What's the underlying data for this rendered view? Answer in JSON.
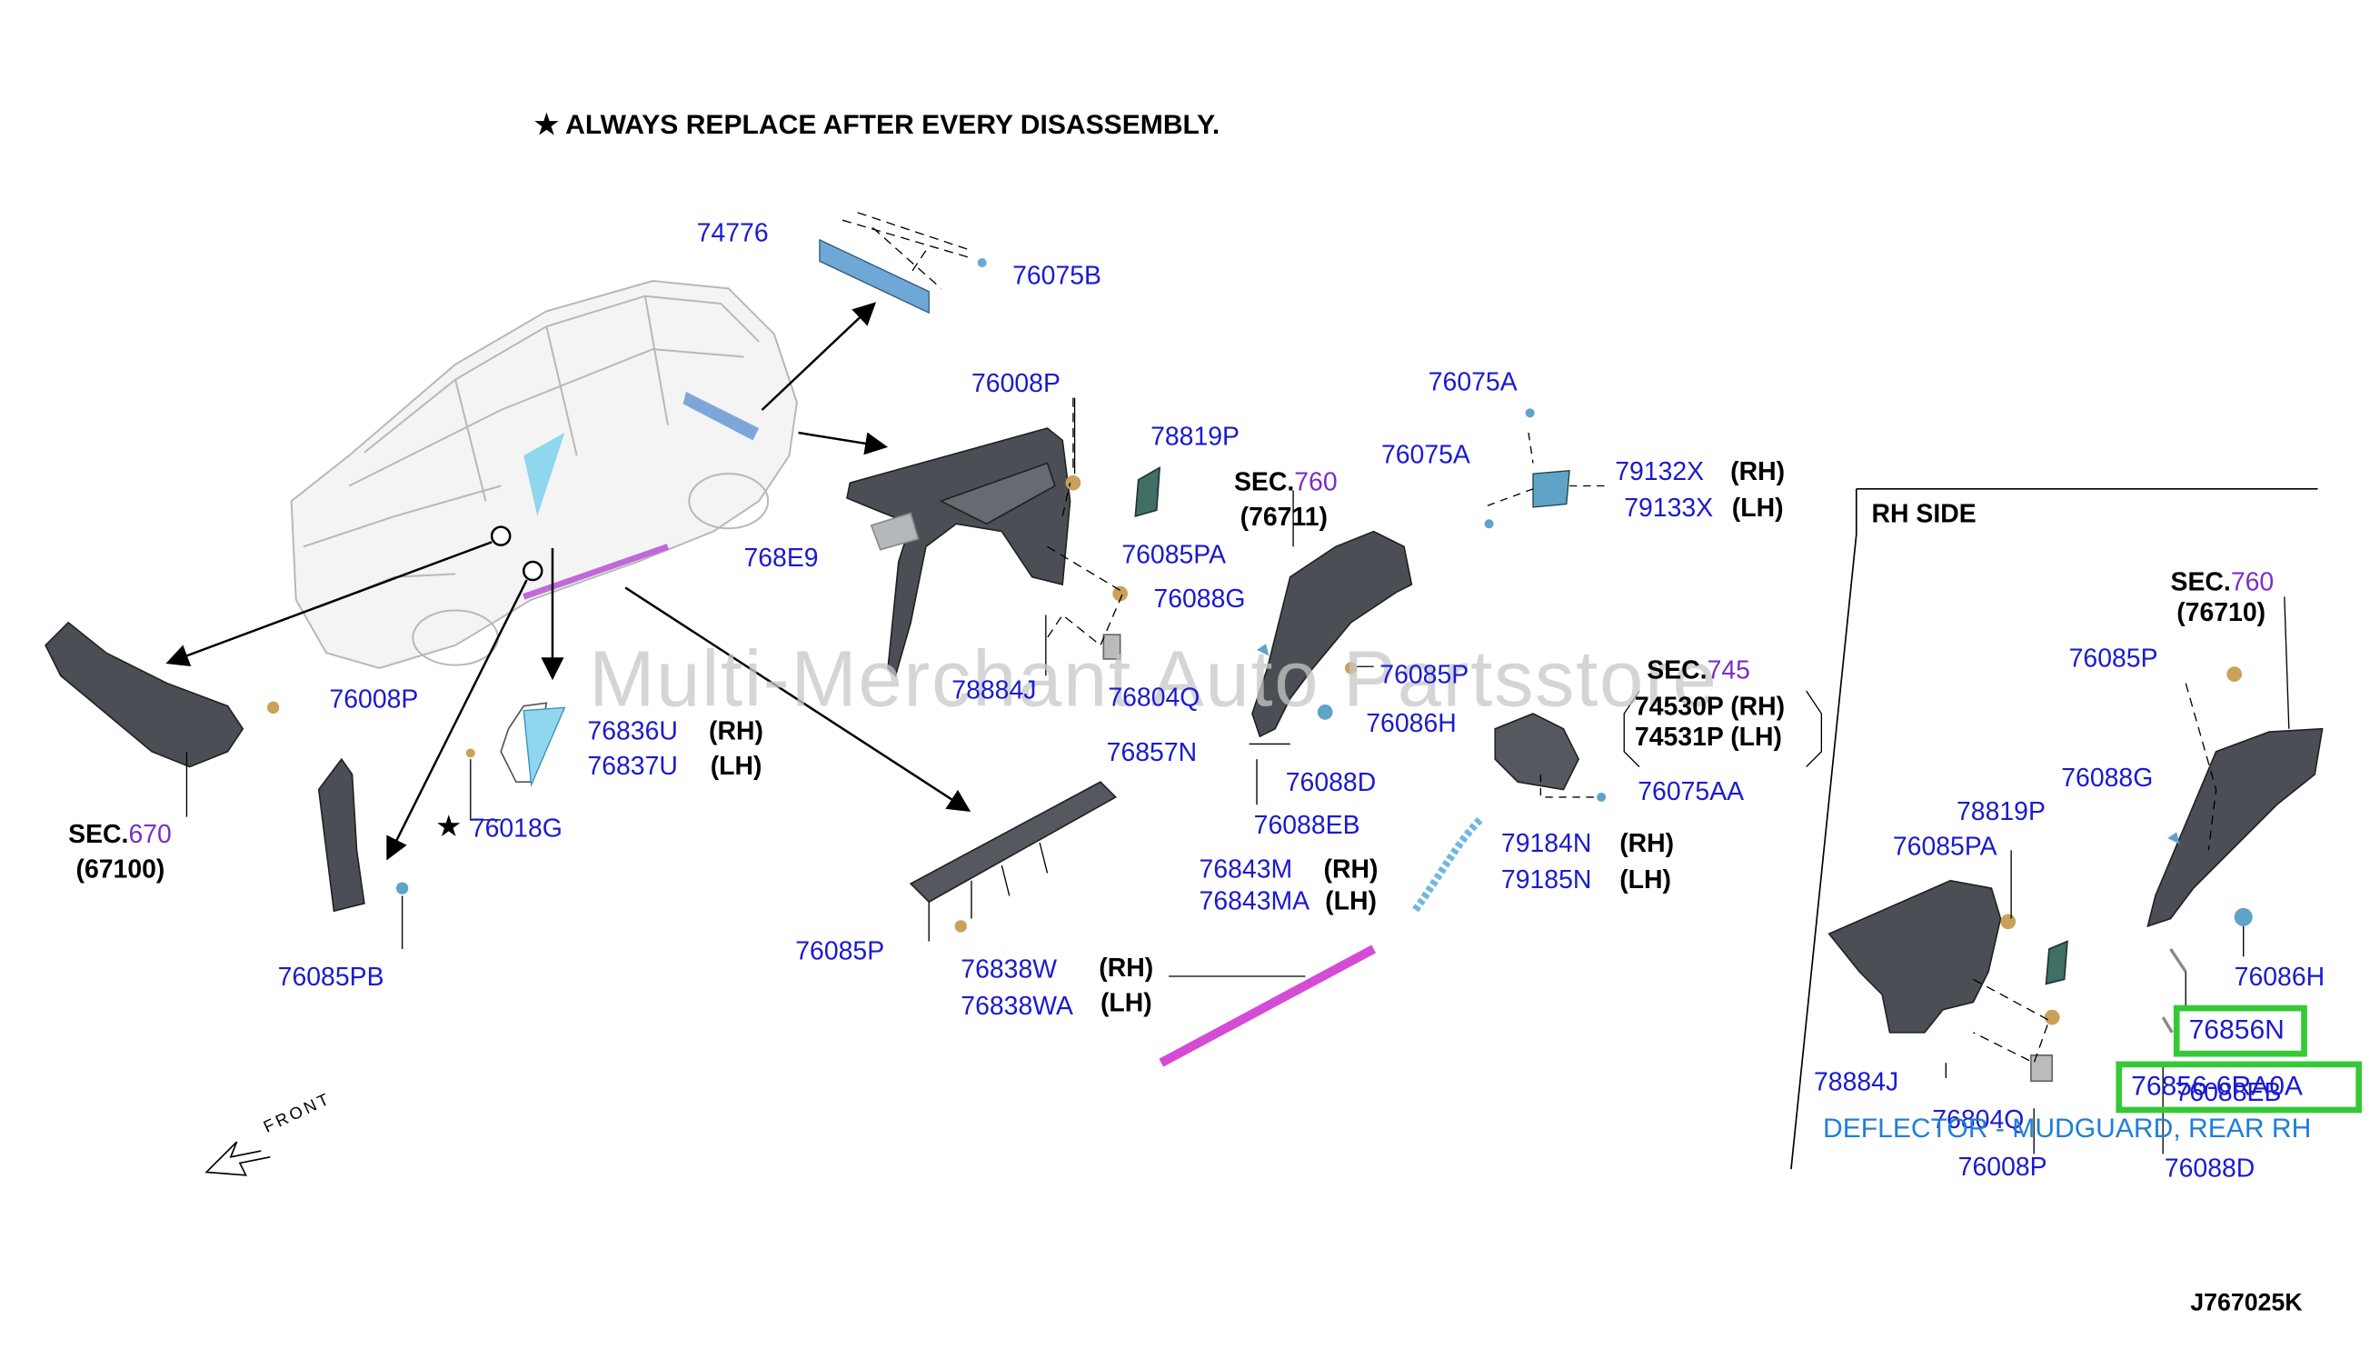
{
  "note": "ALWAYS REPLACE AFTER EVERY DISASSEMBLY.",
  "watermark": "Multi-Merchant Auto Partsstore",
  "diagram_code": "J767025K",
  "front_label": "FRONT",
  "rh_side_label": "RH SIDE",
  "sec_prefix": "SEC.",
  "sections": [
    {
      "num": "670",
      "code": "(67100)"
    },
    {
      "num": "760",
      "code": "(76711)"
    },
    {
      "num": "745"
    },
    {
      "num": "760",
      "code": "(76710)"
    }
  ],
  "sec745_parts": [
    "74530P (RH)",
    "74531P (LH)"
  ],
  "side_tags": {
    "rh": "(RH)",
    "lh": "(LH)"
  },
  "parts": {
    "p74776": "74776",
    "p76075B": "76075B",
    "p76008P_a": "76008P",
    "p78819P_a": "78819P",
    "p768E9": "768E9",
    "p76085PA_a": "76085PA",
    "p78884J_a": "78884J",
    "p76804Q_a": "76804Q",
    "p76088G_a": "76088G",
    "p76085P_a": "76085P",
    "p76086H_a": "76086H",
    "p76857N": "76857N",
    "p76088D_a": "76088D",
    "p76088EB_a": "76088EB",
    "p76075A_1": "76075A",
    "p76075A_2": "76075A",
    "p79132X": "79132X",
    "p79133X": "79133X",
    "p76075AA": "76075AA",
    "p79184N": "79184N",
    "p79185N": "79185N",
    "p76843M": "76843M",
    "p76843MA": "76843MA",
    "p76838W": "76838W",
    "p76838WA": "76838WA",
    "p76085P_b": "76085P",
    "p76008P_b": "76008P",
    "p76836U": "76836U",
    "p76837U": "76837U",
    "p76018G": "76018G",
    "p76085PB": "76085PB",
    "p76085P_c": "76085P",
    "p76088G_b": "76088G",
    "p78819P_b": "78819P",
    "p76085PA_b": "76085PA",
    "p76086H_b": "76086H",
    "p78884J_b": "78884J",
    "p76804Q_b": "76804Q",
    "p76008P_c": "76008P",
    "p76088D_b": "76088D",
    "p76088EB_b": "76088EB"
  },
  "highlight_1": "76856N",
  "highlight_2": "76856-6RA0A",
  "description": "DEFLECTOR - MUDGUARD, REAR RH",
  "colors": {
    "label": "#1a1ad0",
    "highlight": "#35c935",
    "section_num": "#7b2fc0",
    "description": "#1f7fd6",
    "strip": "#d54bd5"
  }
}
